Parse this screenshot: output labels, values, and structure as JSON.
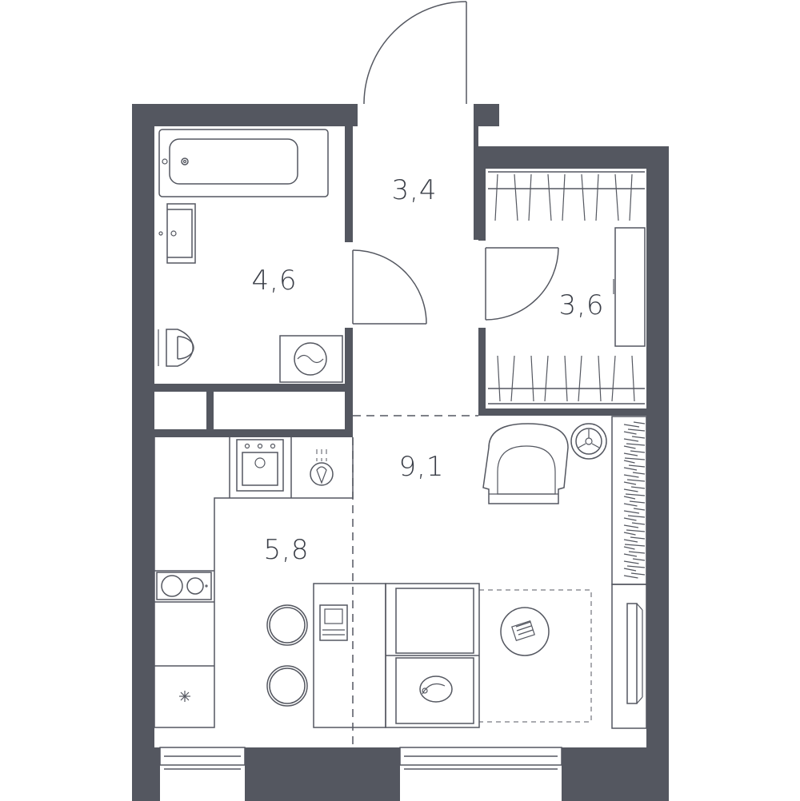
{
  "floor_plan": {
    "rooms": [
      {
        "id": "hallway",
        "area": "3,4"
      },
      {
        "id": "bathroom",
        "area": "4,6"
      },
      {
        "id": "wardrobe",
        "area": "3,6"
      },
      {
        "id": "living-room",
        "area": "9,1"
      },
      {
        "id": "kitchen",
        "area": "5,8"
      }
    ]
  },
  "colors": {
    "wall": "#545760",
    "line": "#545760",
    "background": "#ffffff",
    "text": "#3a3e47"
  }
}
